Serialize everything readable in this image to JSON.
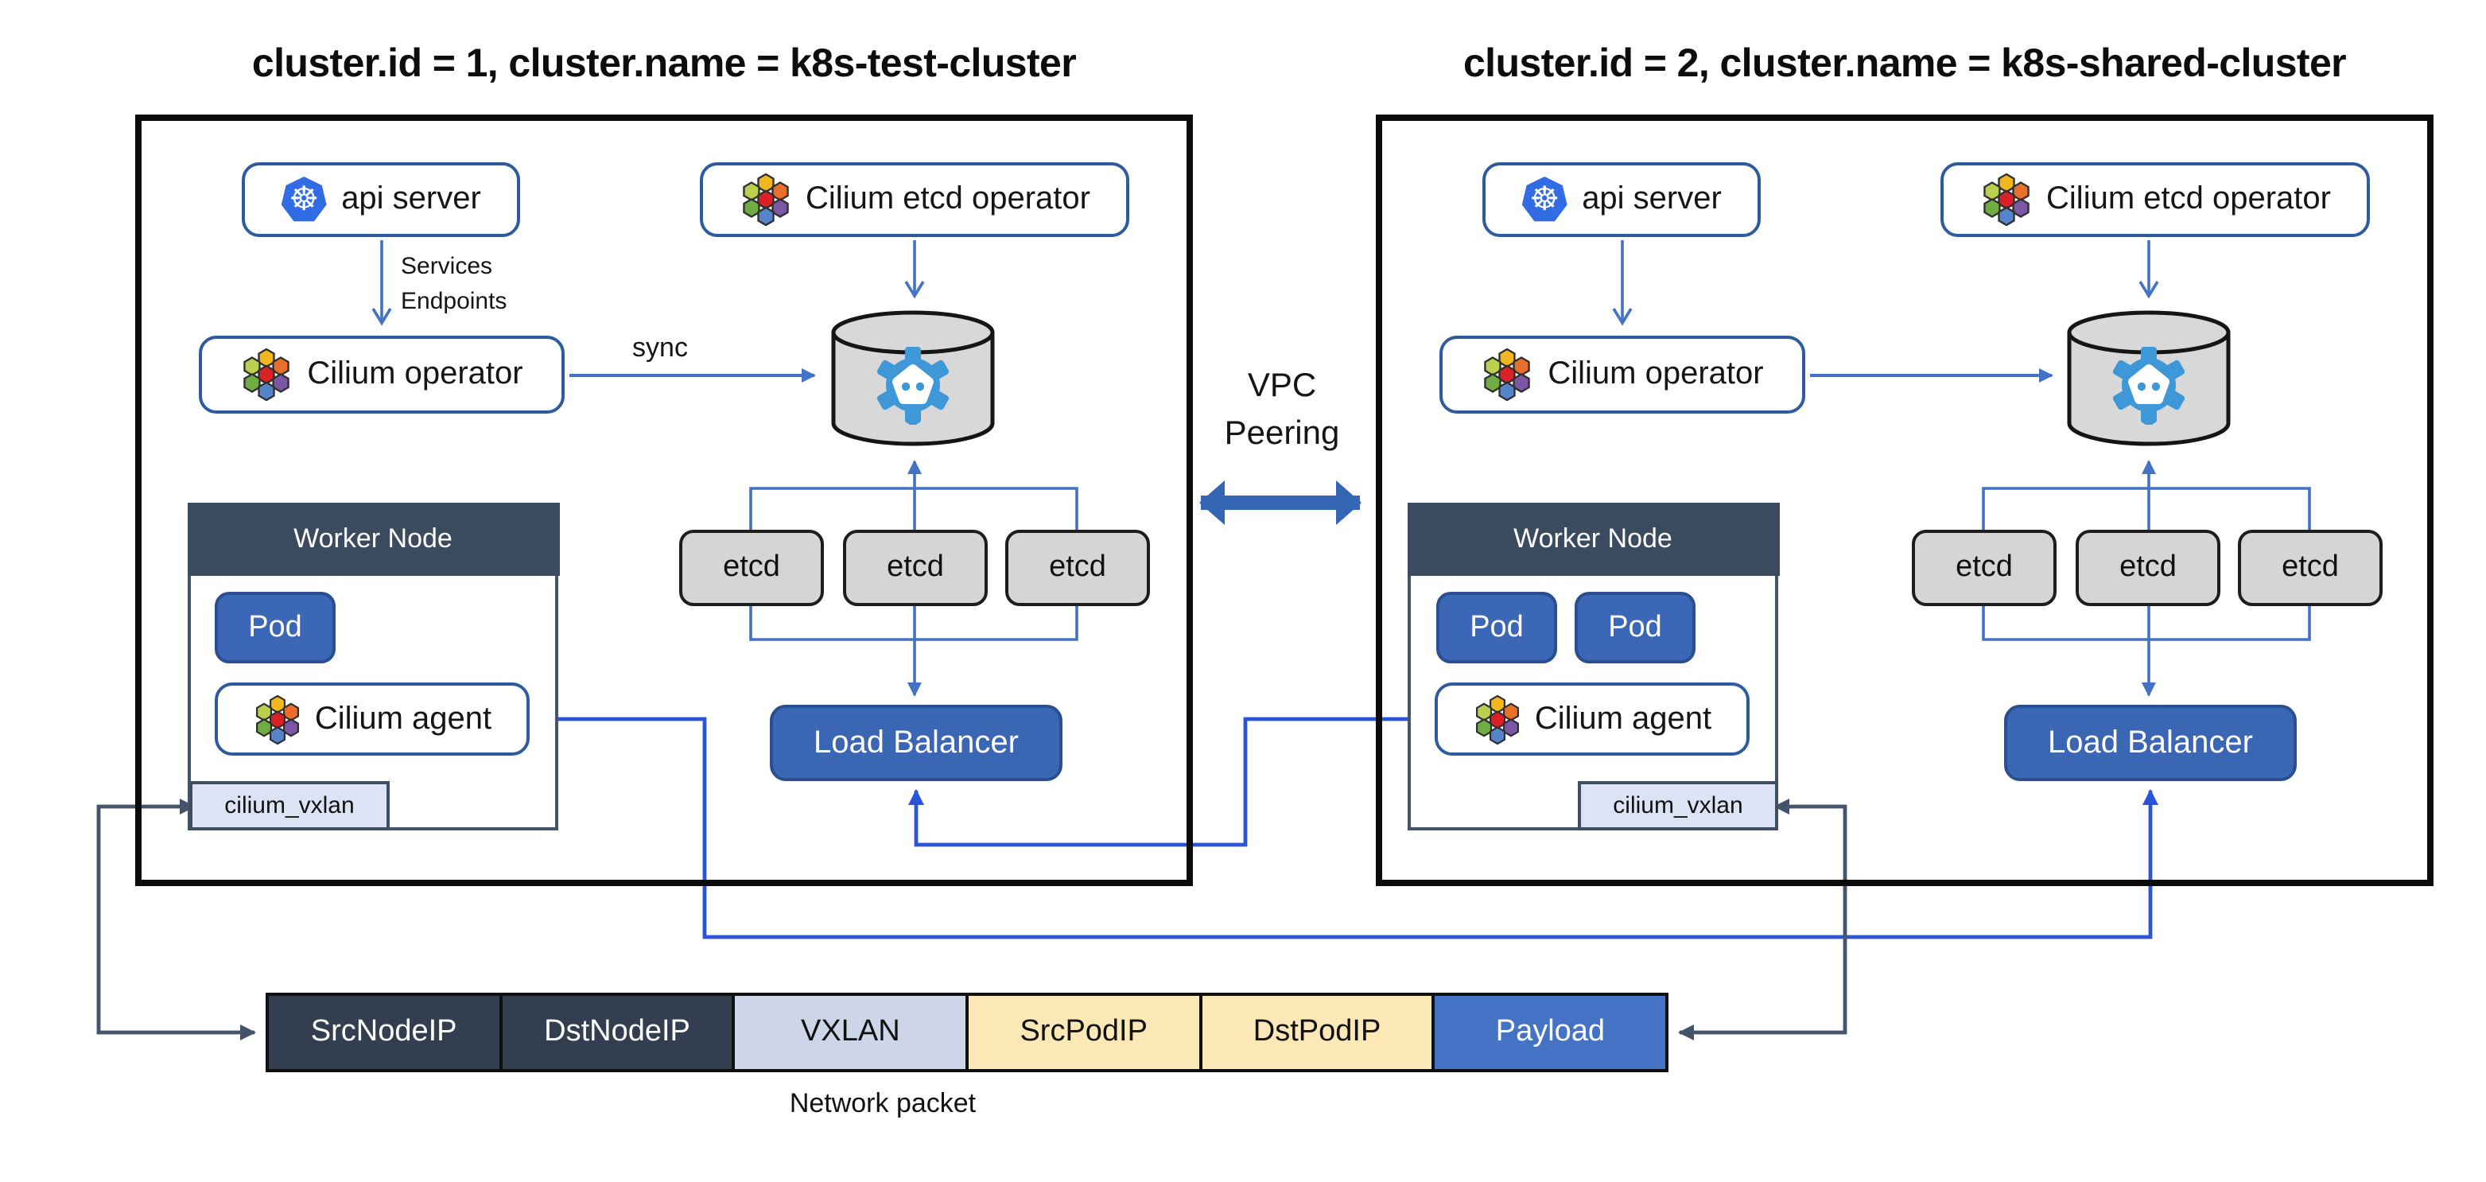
{
  "cluster1": {
    "title": "cluster.id = 1, cluster.name = k8s-test-cluster",
    "api_server_label": "api server",
    "cilium_etcd_operator_label": "Cilium etcd operator",
    "cilium_operator_label": "Cilium operator",
    "arrow_labels": {
      "services": "Services",
      "endpoints": "Endpoints",
      "sync": "sync"
    },
    "etcd_nodes": [
      "etcd",
      "etcd",
      "etcd"
    ],
    "load_balancer_label": "Load Balancer",
    "worker_node": {
      "title": "Worker Node",
      "pods": [
        "Pod"
      ],
      "cilium_agent_label": "Cilium agent",
      "vxlan_label": "cilium_vxlan"
    }
  },
  "cluster2": {
    "title": "cluster.id = 2, cluster.name = k8s-shared-cluster",
    "api_server_label": "api server",
    "cilium_etcd_operator_label": "Cilium etcd operator",
    "cilium_operator_label": "Cilium operator",
    "etcd_nodes": [
      "etcd",
      "etcd",
      "etcd"
    ],
    "load_balancer_label": "Load Balancer",
    "worker_node": {
      "title": "Worker Node",
      "pods": [
        "Pod",
        "Pod"
      ],
      "cilium_agent_label": "Cilium agent",
      "vxlan_label": "cilium_vxlan"
    }
  },
  "vpc_peering": {
    "line1": "VPC",
    "line2": "Peering"
  },
  "network_packet": {
    "caption": "Network packet",
    "segments": [
      {
        "label": "SrcNodeIP",
        "color": "#333F50"
      },
      {
        "label": "DstNodeIP",
        "color": "#333F50"
      },
      {
        "label": "VXLAN",
        "color": "#CDD6E9"
      },
      {
        "label": "SrcPodIP",
        "color": "#FCE8B6"
      },
      {
        "label": "DstPodIP",
        "color": "#FCE8B6"
      },
      {
        "label": "Payload",
        "color": "#4472C4"
      }
    ]
  },
  "icons": {
    "kubernetes_glyph": "☸",
    "kubernetes": "kubernetes-wheel-icon",
    "cilium": "cilium-hex-flower-icon",
    "etcd": "etcd-robot-gear-icon"
  },
  "colors": {
    "kubernetes_blue": "#326CE5",
    "etcd_blue": "#3E97D6",
    "box_border_blue": "#2E5B9E",
    "thin_arrow_blue": "#4472C4",
    "agent_line_blue": "#2B55D6",
    "dark_slate": "#44546A",
    "worker_header": "#3A4A5F",
    "node_fill_blue": "#3B67B6",
    "vpc_arrow_blue": "#3565B5",
    "cilium_palette": [
      "#F2B71E",
      "#BCCE4E",
      "#E8702B",
      "#DA2128",
      "#6FAD44",
      "#7B57A5",
      "#5585C8"
    ]
  }
}
